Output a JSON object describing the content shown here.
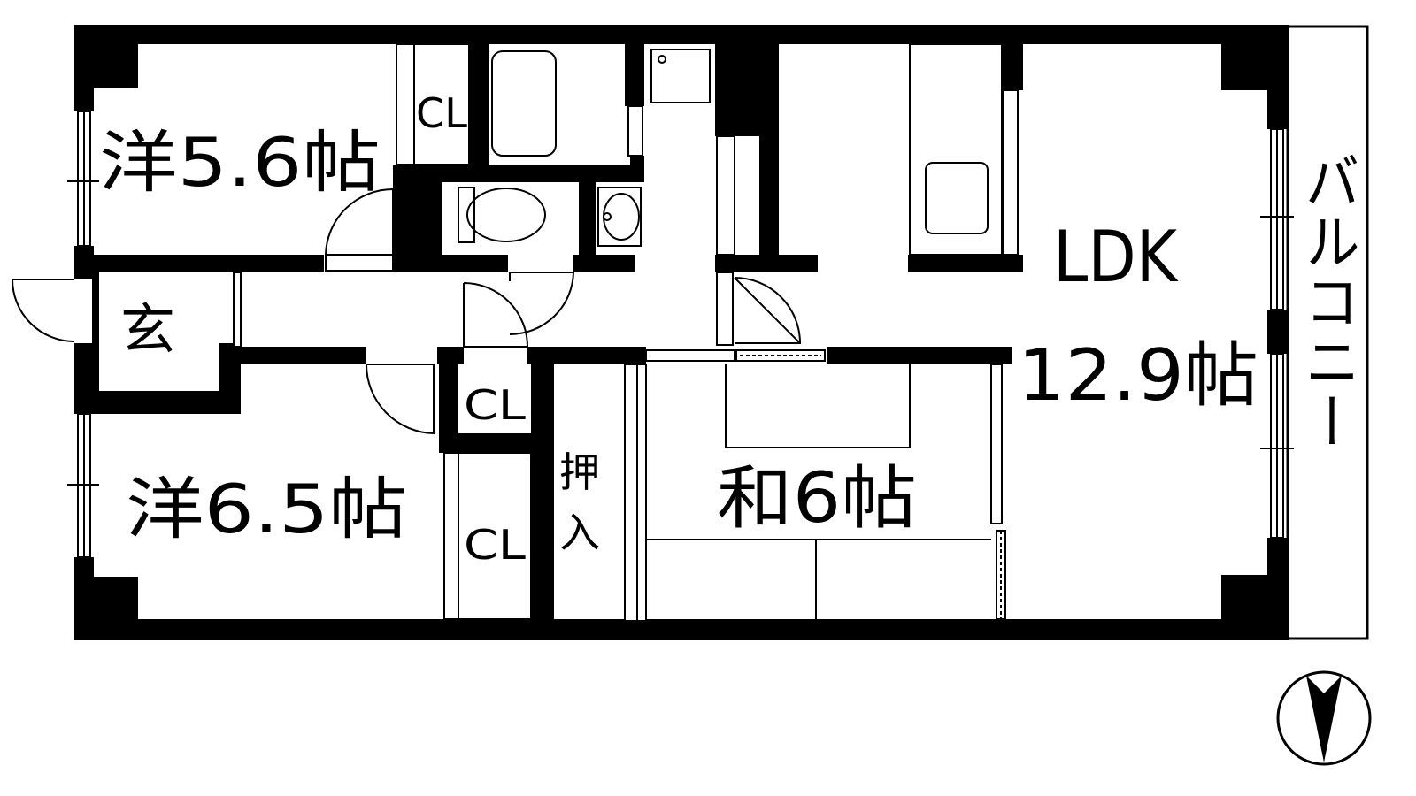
{
  "rooms": {
    "western_room_1": "洋5.6帖",
    "western_room_2": "洋6.5帖",
    "entrance": "玄",
    "ldk_name": "LDK",
    "ldk_size": "12.9帖",
    "japanese_room": "和6帖",
    "oshiire_top": "押",
    "oshiire_bottom": "入",
    "balcony": "バルコニー",
    "closet_1": "CL",
    "closet_2": "CL",
    "closet_3": "CL"
  },
  "colors": {
    "wall": "#000000",
    "background": "#ffffff"
  },
  "compass": {
    "icon": "north-arrow-icon"
  }
}
